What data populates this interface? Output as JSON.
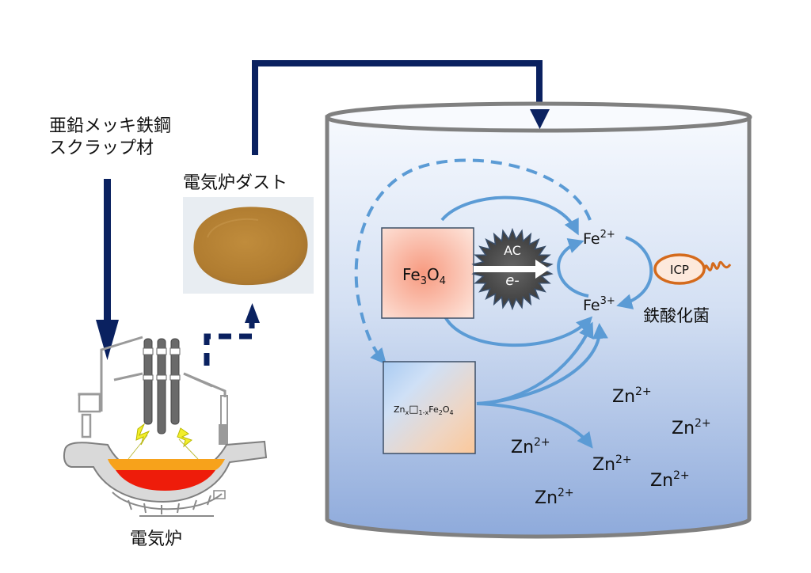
{
  "diagram": {
    "type": "process-flow",
    "colors": {
      "flow_arrow": "#0a2160",
      "reaction_arrow": "#5b9bd5",
      "tank_outline": "#808080",
      "tank_fill_top": "#f6f9fe",
      "tank_fill_bottom": "#8eaadb",
      "fe3o4_fill": "#f8b4a0",
      "zinc_ferrite_fill_a": "#bcd6f4",
      "zinc_ferrite_fill_b": "#f9caa0",
      "ac_fill": "#4a4a4a",
      "icp_outline": "#d46a1c",
      "icp_fill": "#fde9dc",
      "dust_color": "#b88434",
      "molten_metal": "#ee1c0a",
      "slag": "#f7a21b",
      "spark": "#f2ee2a"
    },
    "inputs": {
      "scrap_label_line1": "亜鉛メッキ鉄鋼",
      "scrap_label_line2": "スクラップ材"
    },
    "furnace": {
      "label": "電気炉",
      "icon": "electric-arc-furnace-icon"
    },
    "dust": {
      "label": "電気炉ダスト",
      "icon": "dust-pile-photo"
    },
    "reactor": {
      "solids": {
        "magnetite_formula": "Fe3O4",
        "magnetite_parts": {
          "a": "Fe",
          "a_sub": "3",
          "b": "O",
          "b_sub": "4"
        },
        "zinc_ferrite_parts": {
          "zn": "Zn",
          "zn_sub": "x",
          "vac": "□",
          "vac_sub": "1-x",
          "fe": "Fe",
          "fe_sub": "2",
          "o": "O",
          "o_sub": "4"
        }
      },
      "mediator": {
        "label": "AC",
        "electron_label": "e-"
      },
      "ions": {
        "fe2": {
          "base": "Fe",
          "charge": "2+"
        },
        "fe3": {
          "base": "Fe",
          "charge": "3+"
        },
        "zn": {
          "base": "Zn",
          "charge": "2+"
        },
        "zn_count": 6
      },
      "bacteria": {
        "label": "鉄酸化菌",
        "icp_label": "ICP"
      }
    }
  }
}
